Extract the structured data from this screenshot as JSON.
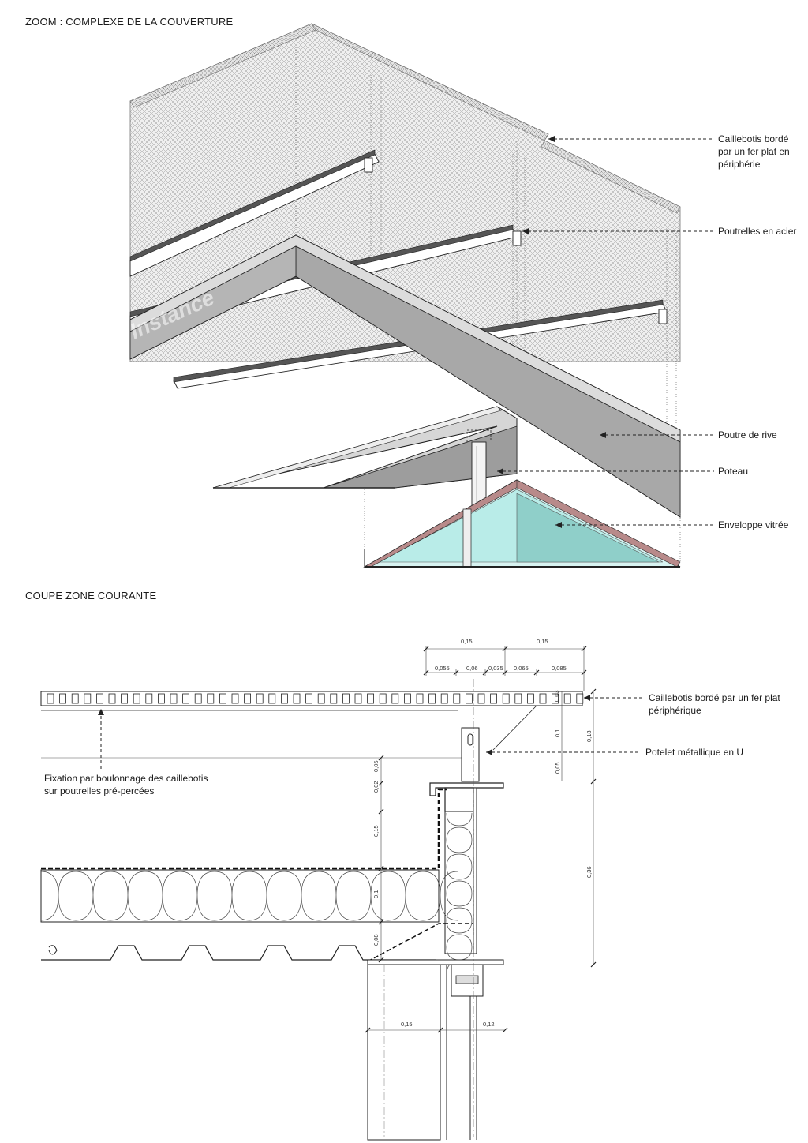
{
  "titles": {
    "zoom": "ZOOM : COMPLEXE DE LA COUVERTURE",
    "section": "COUPE ZONE COURANTE"
  },
  "zoom_labels": {
    "caillebotis": [
      "Caillebotis bordé",
      "par un fer plat en",
      "périphérie"
    ],
    "poutrelles": "Poutrelles en acier",
    "poutre_rive": "Poutre de rive",
    "poteau": "Poteau",
    "enveloppe": "Enveloppe vitrée"
  },
  "section_labels": {
    "caillebotis": [
      "Caillebotis bordé par un fer plat",
      "périphérique"
    ],
    "potelet": "Potelet métallique en U",
    "fixation": [
      "Fixation par boulonnage des caillebotis",
      "sur poutrelles pré-percées"
    ]
  },
  "dimensions": {
    "top_row": [
      "0,15",
      "0,15"
    ],
    "second_row": [
      "0,055",
      "0,06",
      "0,035",
      "0,065",
      "0,085"
    ],
    "grating_thickness": "0,03",
    "right_vertical": [
      "0,1",
      "0,05",
      "0,18",
      "0,36"
    ],
    "left_vertical": [
      "0,05",
      "0,02",
      "0,15",
      "0,1",
      "0,08"
    ],
    "bottom_row": [
      "0,15",
      "0,12"
    ]
  },
  "watermark": "Instance",
  "colors": {
    "ink": "#1a1a1a",
    "hatch": "#8a8a8a",
    "panel": "#e9e9e9",
    "beam_top": "#cfcfcf",
    "beam_side": "#b0b0b0",
    "beam_dark": "#8c8c8c",
    "glass": "#b9ece8",
    "glass_dark": "#8fcfc9",
    "frame_red": "#b88a8a"
  }
}
